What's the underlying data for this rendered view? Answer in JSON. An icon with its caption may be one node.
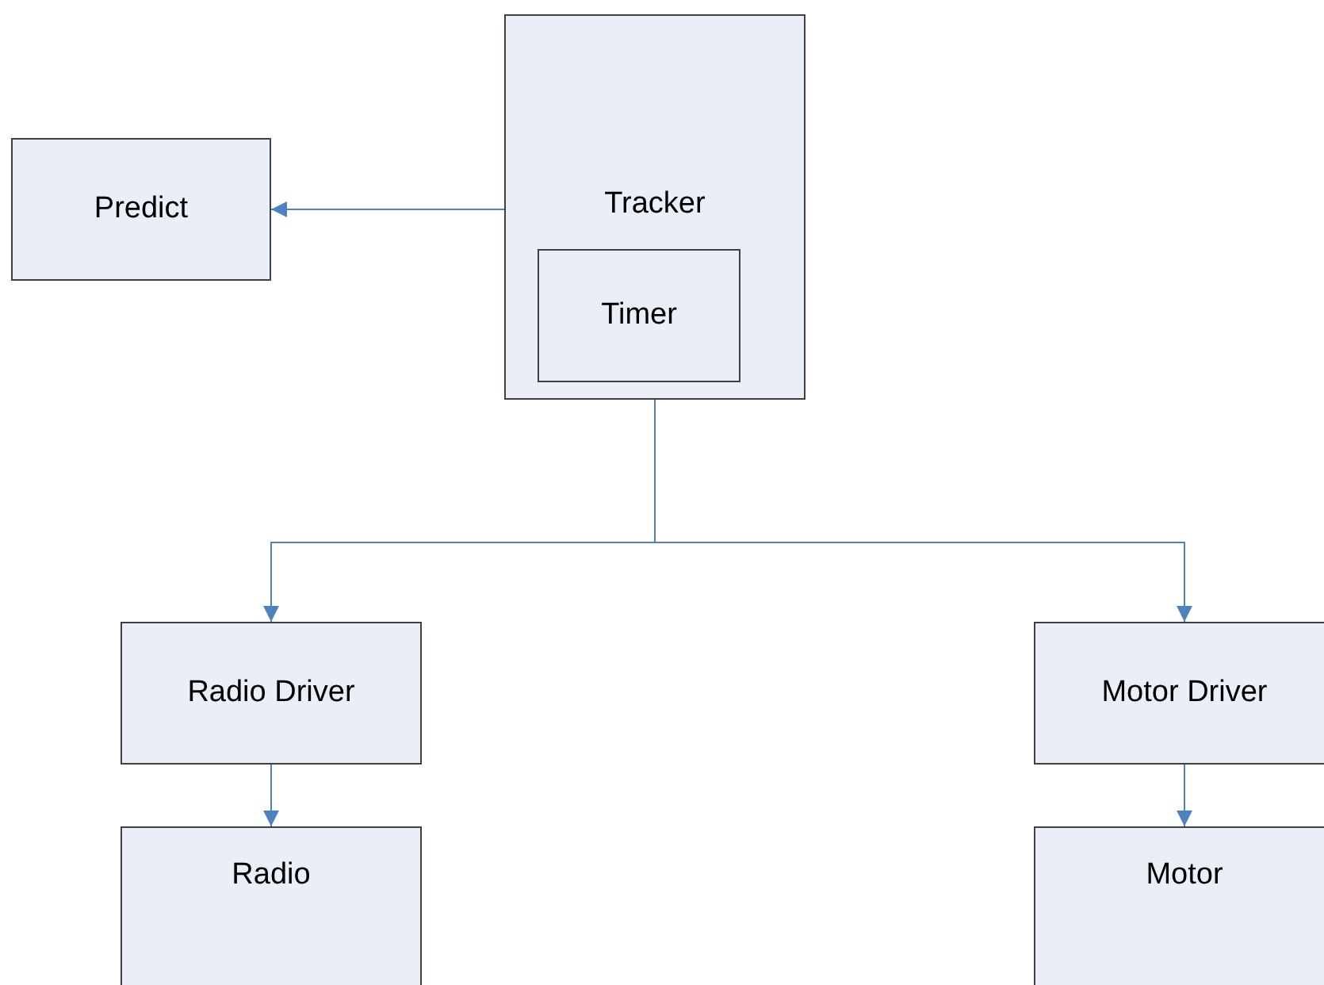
{
  "diagram": {
    "nodes": [
      {
        "text": [
          "Predict"
        ]
      },
      {
        "text": [
          "Tracker"
        ]
      },
      {
        "text": [
          "Timer"
        ],
        "in": 1
      },
      {
        "text": [
          "Radio Driver"
        ]
      },
      {
        "text": [
          "Radio"
        ]
      },
      {
        "text": [
          "Motor Driver"
        ]
      },
      {
        "text": [
          "Motor"
        ]
      }
    ],
    "edges": [
      {
        "from": 1,
        "to": 0,
        "arrow": "to"
      },
      {
        "from": 1,
        "to": 3,
        "arrow": "to"
      },
      {
        "from": 1,
        "to": 5,
        "arrow": "to"
      },
      {
        "from": 3,
        "to": 4,
        "arrow": "to"
      },
      {
        "from": 5,
        "to": 6,
        "arrow": "to"
      }
    ]
  }
}
